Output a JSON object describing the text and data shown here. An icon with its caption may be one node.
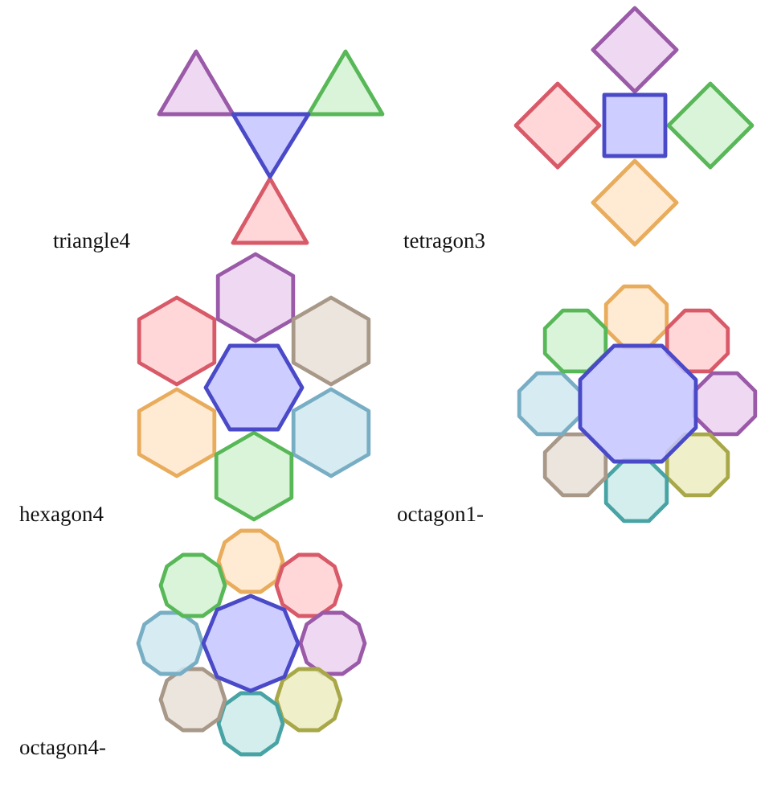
{
  "diagram": {
    "labels": [
      "triangle4",
      "tetragon3",
      "hexagon4",
      "octagon1-",
      "octagon4-"
    ]
  }
}
